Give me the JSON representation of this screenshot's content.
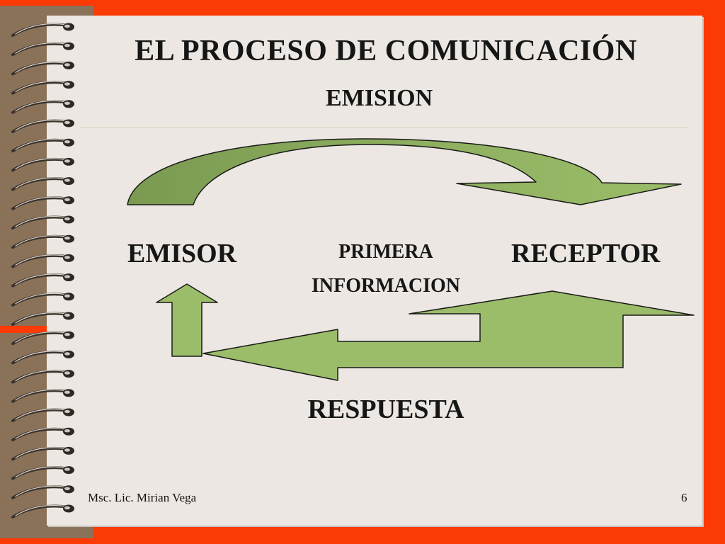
{
  "slide": {
    "title": "EL PROCESO DE COMUNICACIÓN",
    "subtitle": "EMISION",
    "emisor": "EMISOR",
    "receptor": "RECEPTOR",
    "primera": "PRIMERA",
    "informacion": "INFORMACION",
    "respuesta": "RESPUESTA",
    "footer_author": "Msc. Lic. Mirian Vega",
    "page_number": "6"
  },
  "colors": {
    "background_frame": "#fb3a06",
    "paper": "#ece7e2",
    "arrow_green": "#9bbd69",
    "arrow_dark_green": "#7a9a52"
  }
}
